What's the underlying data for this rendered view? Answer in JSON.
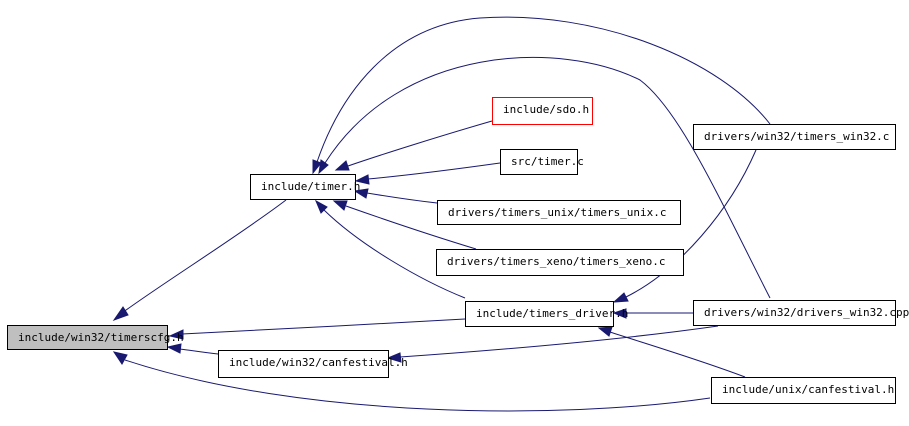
{
  "colors": {
    "edge": "#191970",
    "root_fill": "#bfbfbf",
    "highlight_border": "#ff0000"
  },
  "nodes": {
    "timerscfg": "include/win32/timerscfg.h",
    "timer_h": "include/timer.h",
    "sdo_h": "include/sdo.h",
    "timer_c": "src/timer.c",
    "timers_unix": "drivers/timers_unix/timers_unix.c",
    "timers_xeno": "drivers/timers_xeno/timers_xeno.c",
    "timers_driver": "include/timers_driver.h",
    "canfestival_win32": "include/win32/canfestival.h",
    "timers_win32": "drivers/win32/timers_win32.c",
    "drivers_win32": "drivers/win32/drivers_win32.cpp",
    "canfestival_unix": "include/unix/canfestival.h"
  }
}
